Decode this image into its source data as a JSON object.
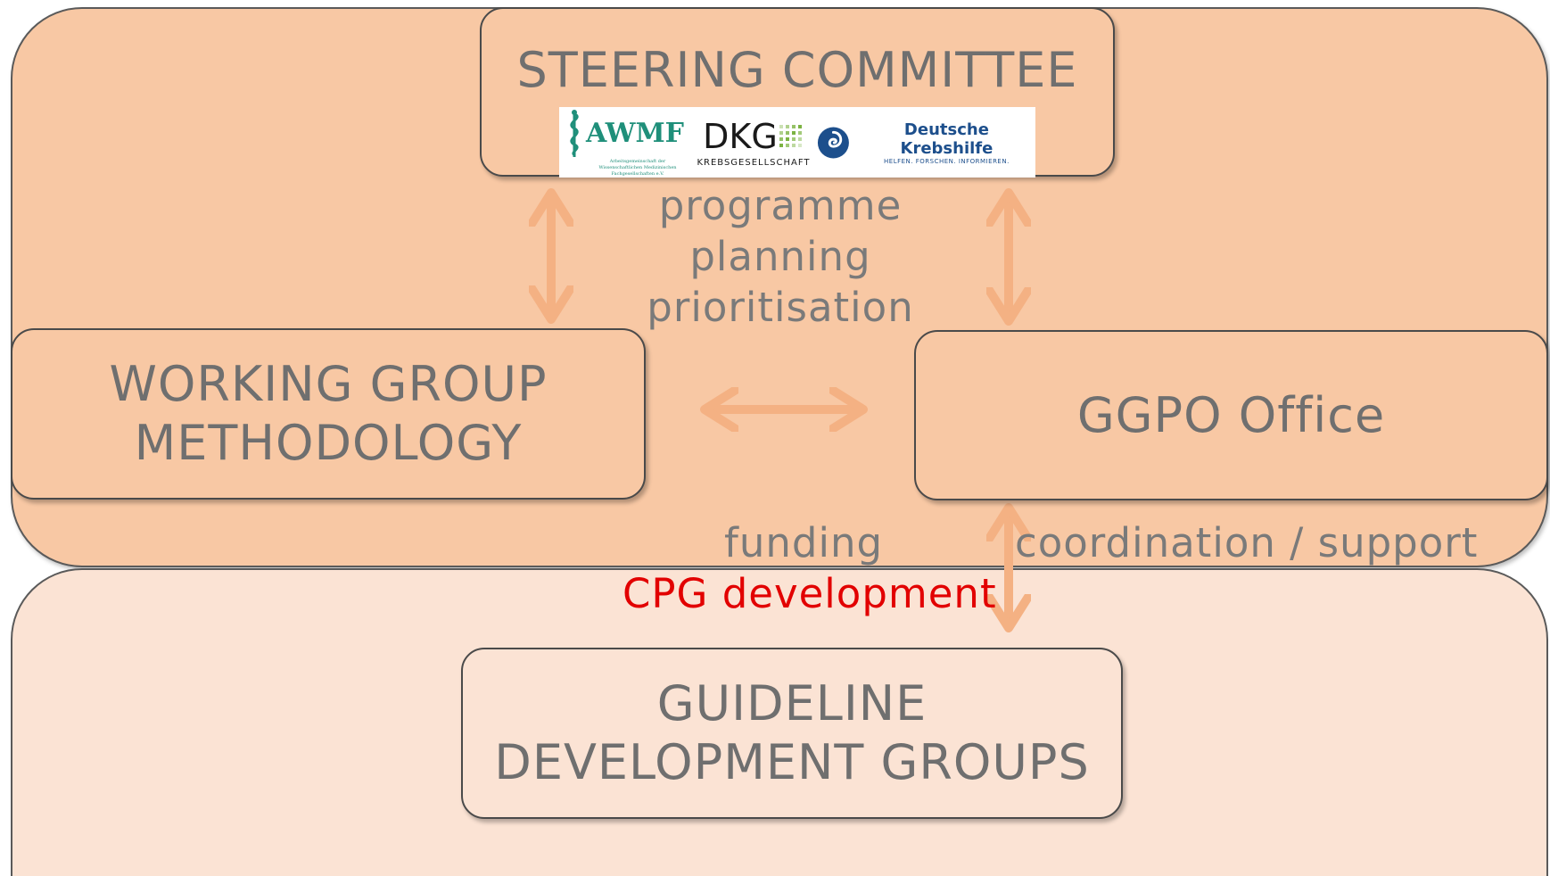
{
  "steering_committee": {
    "title": "STEERING COMMITTEE",
    "logos": {
      "awmf": {
        "name": "AWMF",
        "subtitle": "Arbeitsgemeinschaft der Wissenschaftlichen Medizinischen Fachgesellschaften e.V."
      },
      "dkg": {
        "name": "DKG",
        "subtitle": "KREBSGESELLSCHAFT"
      },
      "dkh": {
        "name": "Deutsche Krebshilfe",
        "subtitle": "HELFEN. FORSCHEN. INFORMIEREN."
      }
    }
  },
  "working_group": {
    "line1": "WORKING GROUP",
    "line2": "METHODOLOGY"
  },
  "ggpo_office": {
    "title": "GGPO Office"
  },
  "guideline_groups": {
    "line1": "GUIDELINE",
    "line2": "DEVELOPMENT GROUPS"
  },
  "labels": {
    "programme": "programme",
    "planning": "planning",
    "prioritisation": "prioritisation",
    "funding": "funding",
    "coordination": "coordination / support",
    "cpg": "CPG development"
  },
  "colors": {
    "outer_top_fill": "#f8c8a4",
    "outer_bottom_fill": "#fbe3d4",
    "arrow": "#f4b183",
    "text_gray": "#6f6f6f",
    "highlight_red": "#e20000"
  }
}
